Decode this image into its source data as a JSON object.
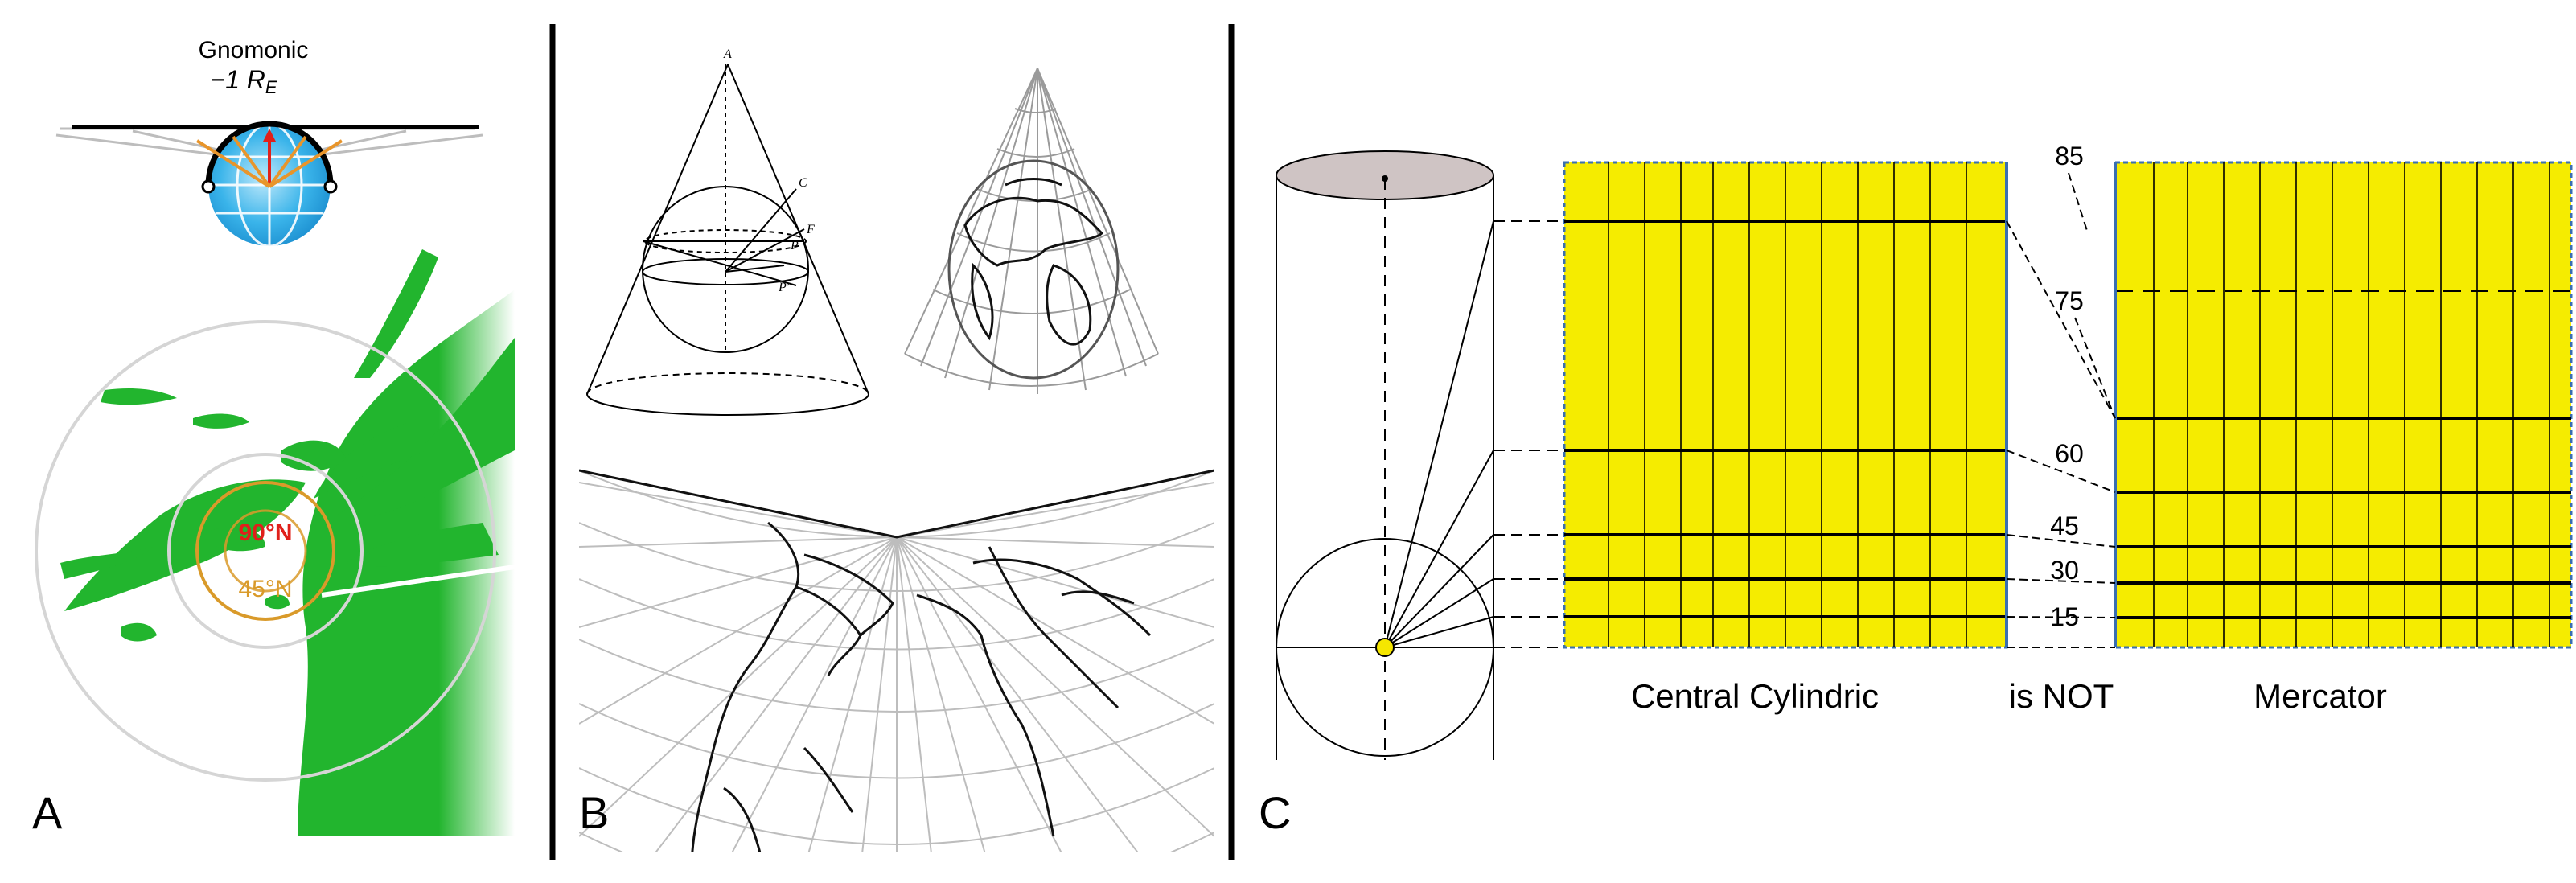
{
  "panels": {
    "a": {
      "letter": "A",
      "projection_title": "Gnomonic",
      "plane_offset": "−1 R",
      "plane_offset_sub": "E",
      "north_pole_label": "90°N",
      "latitude_label": "45°N"
    },
    "b": {
      "letter": "B",
      "cone_point_labels": [
        "A",
        "C",
        "F",
        "P",
        "P′"
      ]
    },
    "c": {
      "letter": "C",
      "left_map_caption": "Central Cylindric",
      "comparison": "is NOT",
      "right_map_caption": "Mercator",
      "latitude_labels": [
        "85",
        "75",
        "60",
        "45",
        "30",
        "15"
      ]
    }
  },
  "colors": {
    "map_fill": "#f5ec00",
    "land_green": "#22b52e",
    "globe_blue": "#3ab4ea",
    "ray_orange": "#e8952b",
    "ray_red": "#e0201b",
    "latitude_orange": "#d99a2a",
    "cylinder_cap": "#cfc4c4",
    "focal_point": "#f5e600"
  }
}
